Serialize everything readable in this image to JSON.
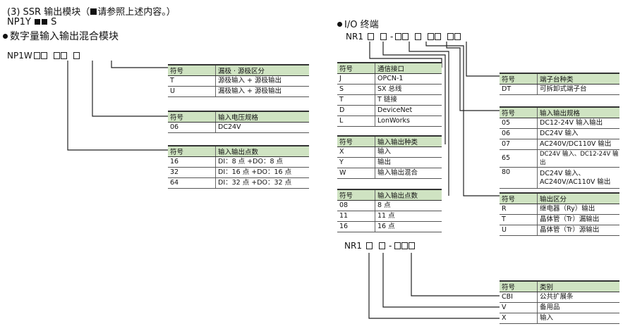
{
  "left": {
    "ssr_line": "(3) SSR 输出模块（",
    "ssr_suffix": "请参照上述内容。）",
    "np1y_prefix": "NP1Y",
    "np1y_suffix": "S",
    "mixed_title": "数字量输入输出混合模块",
    "np1w_prefix": "NP1W",
    "tables": [
      {
        "head": [
          "符号",
          "漏极 · 源极区分"
        ],
        "rows": [
          [
            "T",
            "源极输入 + 源极输出"
          ],
          [
            "U",
            "漏极输入 + 源极输出"
          ]
        ]
      },
      {
        "head": [
          "符号",
          "输入电压规格"
        ],
        "rows": [
          [
            "06",
            "DC24V"
          ]
        ]
      },
      {
        "head": [
          "符号",
          "输入输出点数"
        ],
        "rows": [
          [
            "16",
            "DI：8 点 +DO：8 点"
          ],
          [
            "32",
            "DI：16 点 +DO：16 点"
          ],
          [
            "64",
            "DI：32 点 +DO：32 点"
          ]
        ]
      }
    ]
  },
  "right": {
    "io_title": "I/O 终端",
    "nr1_prefix": "NR1",
    "nr1_sep": "-",
    "interface_table": {
      "head": [
        "符号",
        "通信接口"
      ],
      "rows": [
        [
          "J",
          "OPCN-1"
        ],
        [
          "S",
          "SX 总线"
        ],
        [
          "T",
          "T 链接"
        ],
        [
          "D",
          "DeviceNet"
        ],
        [
          "L",
          "LonWorks"
        ]
      ]
    },
    "io_type_table": {
      "head": [
        "符号",
        "输入输出种类"
      ],
      "rows": [
        [
          "X",
          "输入"
        ],
        [
          "Y",
          "输出"
        ],
        [
          "W",
          "输入输出混合"
        ]
      ]
    },
    "points_table": {
      "head": [
        "符号",
        "输入输出点数"
      ],
      "rows": [
        [
          "08",
          "8 点"
        ],
        [
          "11",
          "11 点"
        ],
        [
          "16",
          "16 点"
        ]
      ]
    },
    "terminal_table": {
      "head": [
        "符号",
        "端子台种类"
      ],
      "rows": [
        [
          "DT",
          "可拆卸式端子台"
        ]
      ]
    },
    "spec_table": {
      "head": [
        "符号",
        "输入输出规格"
      ],
      "rows": [
        [
          "05",
          "DC12-24V 输入输出"
        ],
        [
          "06",
          "DC24V 输入"
        ],
        [
          "07",
          "AC240V/DC110V 输出"
        ],
        [
          "65",
          "DC24V 输入、DC12-24V 输出"
        ],
        [
          "80",
          "DC24V 输入、\nAC240V/AC110V 输出"
        ]
      ]
    },
    "output_table": {
      "head": [
        "符号",
        "输出区分"
      ],
      "rows": [
        [
          "R",
          "继电器（Ry）输出"
        ],
        [
          "T",
          "晶体管（Tr）漏输出"
        ],
        [
          "U",
          "晶体管（Tr）源输出"
        ]
      ]
    },
    "nr1b_prefix": "NR1",
    "nr1b_sep": "-",
    "category_table": {
      "head": [
        "符号",
        "类别"
      ],
      "rows": [
        [
          "CBI",
          "公共扩展条"
        ],
        [
          "V",
          "备用品"
        ],
        [
          "X",
          "输入"
        ]
      ]
    }
  }
}
